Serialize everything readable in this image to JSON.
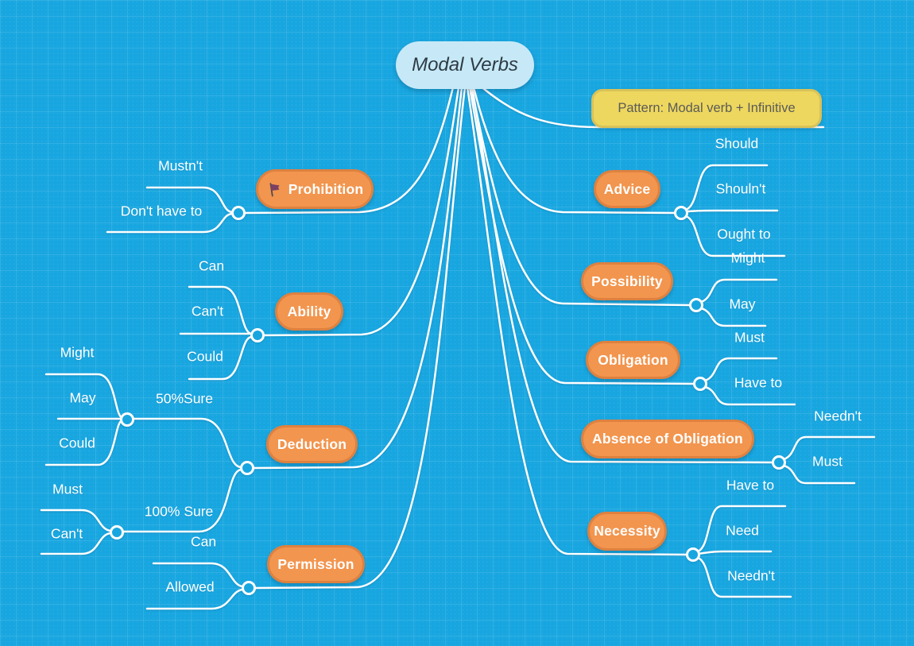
{
  "root": {
    "label": "Modal Verbs"
  },
  "note": {
    "label": "Pattern: Modal verb + Infinitive"
  },
  "branches": [
    {
      "label": "Prohibition",
      "icon": "flag-icon",
      "children": [
        {
          "label": "Mustn't"
        },
        {
          "label": "Don't have to"
        }
      ]
    },
    {
      "label": "Ability",
      "children": [
        {
          "label": "Can"
        },
        {
          "label": "Can't"
        },
        {
          "label": "Could"
        }
      ]
    },
    {
      "label": "Deduction",
      "children": [
        {
          "label": "50%Sure",
          "children": [
            {
              "label": "Might"
            },
            {
              "label": "May"
            },
            {
              "label": "Could"
            }
          ]
        },
        {
          "label": "100% Sure",
          "children": [
            {
              "label": "Must"
            },
            {
              "label": "Can't"
            }
          ]
        }
      ]
    },
    {
      "label": "Permission",
      "children": [
        {
          "label": "Can"
        },
        {
          "label": "Allowed"
        }
      ]
    },
    {
      "label": "Advice",
      "children": [
        {
          "label": "Should"
        },
        {
          "label": "Shouln't"
        },
        {
          "label": "Ought to"
        }
      ]
    },
    {
      "label": "Possibility",
      "children": [
        {
          "label": "Might"
        },
        {
          "label": "May"
        }
      ]
    },
    {
      "label": "Obligation",
      "children": [
        {
          "label": "Must"
        },
        {
          "label": "Have to"
        }
      ]
    },
    {
      "label": "Absence of Obligation",
      "children": [
        {
          "label": "Needn't"
        },
        {
          "label": "Must"
        }
      ]
    },
    {
      "label": "Necessity",
      "children": [
        {
          "label": "Have to"
        },
        {
          "label": "Need"
        },
        {
          "label": "Needn't"
        }
      ]
    }
  ],
  "colors": {
    "background": "#18A6E0",
    "branch_line": "#FFFFFF",
    "topic_fill": "#F2954E",
    "topic_border": "#DE8140",
    "topic_text": "#FFFFFF",
    "root_fill": "#C7E9F7",
    "root_text": "#2E3B44",
    "note_fill": "#EDD75F",
    "note_border": "#D9C258",
    "note_text": "#5B5B57",
    "flag_icon": "#7C4063"
  }
}
